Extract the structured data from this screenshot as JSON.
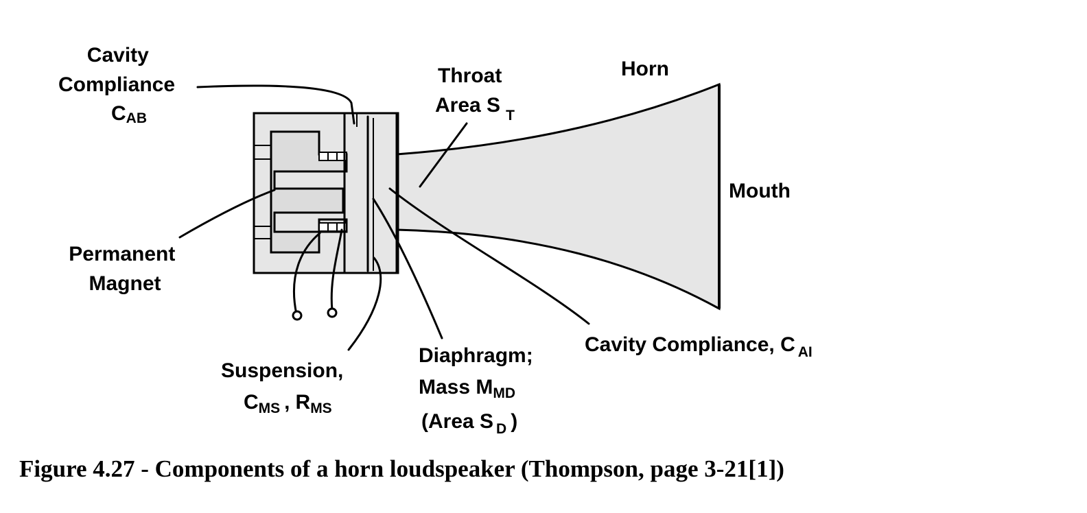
{
  "labels": {
    "cavity_compliance_ab": {
      "line1": "Cavity",
      "line2": "Compliance",
      "symbol": "C",
      "sub": "AB"
    },
    "throat_area": {
      "line1": "Throat",
      "line2": "Area S",
      "sub": "T"
    },
    "horn": "Horn",
    "mouth": "Mouth",
    "permanent_magnet": {
      "line1": "Permanent",
      "line2": "Magnet"
    },
    "suspension": {
      "line1": "Suspension,",
      "c": "C",
      "c_sub": "MS",
      "sep": ",",
      "r": "R",
      "r_sub": "MS"
    },
    "diaphragm": {
      "line1": "Diaphragm;",
      "line2": "Mass M",
      "line2_sub": "MD",
      "line3a": "(Area S",
      "line3_sub": "D",
      "line3b": ")"
    },
    "cavity_compliance_ai": {
      "text": "Cavity Compliance, C",
      "sub": "AI"
    }
  },
  "caption": "Figure 4.27 - Components of a horn loudspeaker (Thompson, page 3-21[1])"
}
